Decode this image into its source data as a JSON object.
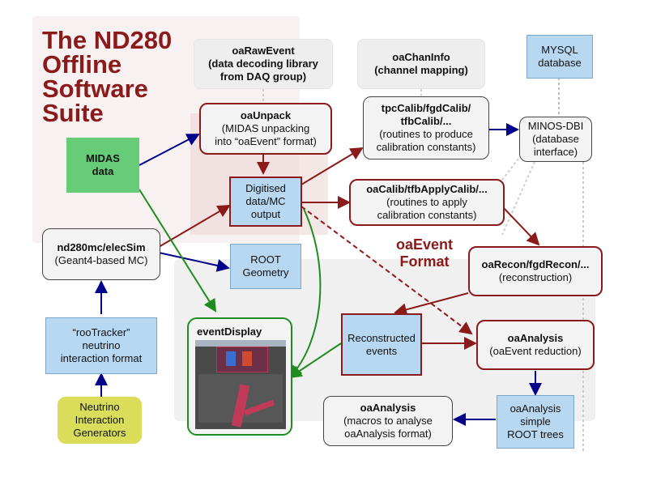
{
  "title": [
    "The ND280",
    "Offline",
    "Software",
    "Suite"
  ],
  "format_label": [
    "oaEvent",
    "Format"
  ],
  "nodes": {
    "oarawevent": {
      "title": "oaRawEvent",
      "lines": [
        "(data decoding library",
        "from DAQ group)"
      ]
    },
    "oachaninfo": {
      "title": "oaChanInfo",
      "lines": [
        "(channel mapping)"
      ]
    },
    "mysql": {
      "title": "",
      "lines": [
        "MYSQL",
        "database"
      ]
    },
    "oaunpack": {
      "title": "oaUnpack",
      "lines": [
        "(MIDAS unpacking",
        "into “oaEvent” format)"
      ]
    },
    "calib": {
      "title": "tpcCalib/fgdCalib/",
      "title2": "tfbCalib/...",
      "lines": [
        "(routines to produce",
        "calibration constants)"
      ]
    },
    "minos": {
      "title": "",
      "lines": [
        "MINOS-DBI",
        "(database",
        "interface)"
      ]
    },
    "midas": {
      "title": "MIDAS",
      "title2": "data"
    },
    "digitised": {
      "title": "",
      "lines": [
        "Digitised",
        "data/MC",
        "output"
      ]
    },
    "applycalib": {
      "title": "oaCalib/tfbApplyCalib/...",
      "lines": [
        "(routines to apply",
        "calibration constants)"
      ]
    },
    "nd280mc": {
      "title": "nd280mc/elecSim",
      "lines": [
        "(Geant4-based MC)"
      ]
    },
    "rootgeom": {
      "title": "",
      "lines": [
        "ROOT",
        "Geometry"
      ]
    },
    "recon": {
      "title": "oaRecon/fgdRecon/...",
      "lines": [
        "(reconstruction)"
      ]
    },
    "rootracker": {
      "title": "",
      "lines": [
        "“rooTracker”",
        "neutrino",
        "interaction format"
      ]
    },
    "eventdisplay": {
      "title": "eventDisplay"
    },
    "reconevents": {
      "title": "",
      "lines": [
        "Reconstructed",
        "events"
      ]
    },
    "oaanalysis": {
      "title": "oaAnalysis",
      "lines": [
        "(oaEvent reduction)"
      ]
    },
    "generators": {
      "title": "",
      "lines": [
        "Neutrino",
        "Interaction",
        "Generators"
      ]
    },
    "macros": {
      "title": "oaAnalysis",
      "lines": [
        "(macros to analyse",
        "oaAnalysis format)"
      ]
    },
    "trees": {
      "title": "",
      "lines": [
        "oaAnalysis",
        "simple",
        "ROOT trees"
      ]
    }
  },
  "colors": {
    "accent_red": "#8b1a1a",
    "arrow_blue": "#00008b",
    "arrow_green": "#1e8c1e",
    "box_blue": "#b8d8f2"
  }
}
